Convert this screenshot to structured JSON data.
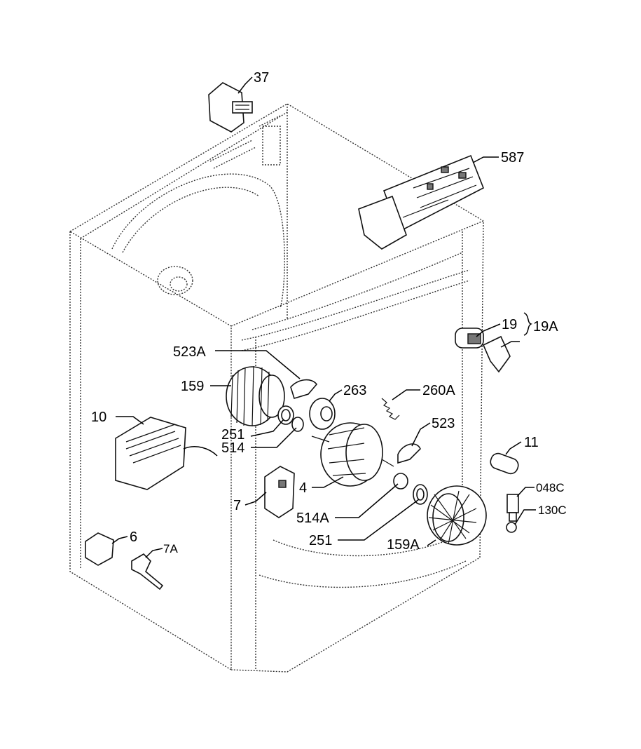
{
  "callouts": {
    "c37": "37",
    "c587": "587",
    "c19": "19",
    "c19a": "19A",
    "c523a": "523A",
    "c159": "159",
    "c263": "263",
    "c260a": "260A",
    "c10": "10",
    "c251_top": "251",
    "c514": "514",
    "c523": "523",
    "c11": "11",
    "c4": "4",
    "c048c": "048C",
    "c7": "7",
    "c514a": "514A",
    "c130c": "130C",
    "c251_bottom": "251",
    "c159a": "159A",
    "c6": "6",
    "c7a": "7A"
  }
}
